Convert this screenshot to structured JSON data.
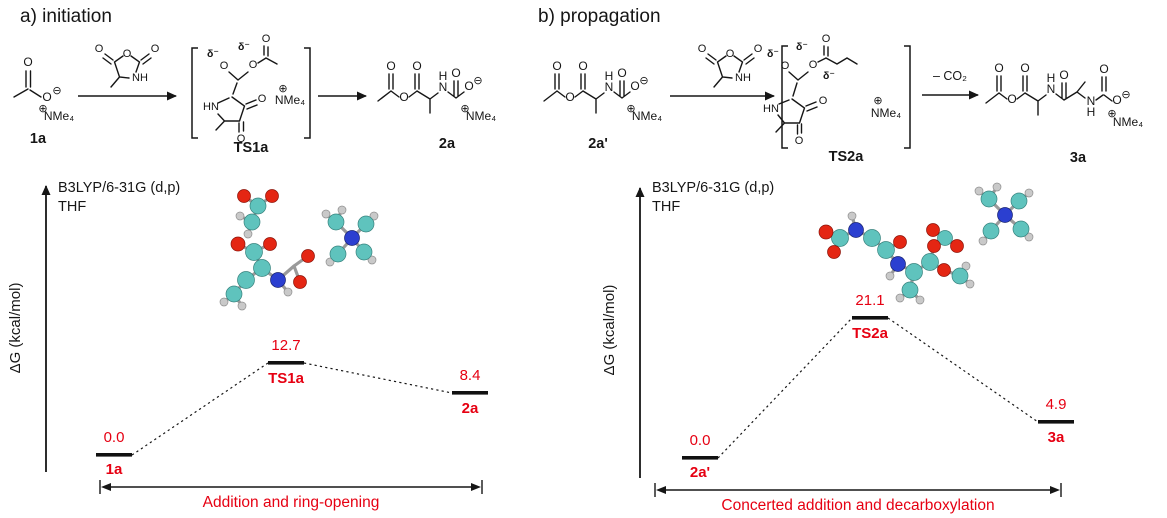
{
  "colors": {
    "accent": "#e60012",
    "ink": "#161616",
    "carbon": "#5fc3bd",
    "oxygen": "#e42613",
    "nitrogen": "#2b3fd0",
    "hydrogen": "#c9c9c9",
    "bond": "#9a9a9a"
  },
  "sym": {
    "O": "O",
    "N": "N",
    "H": "H",
    "NH": "NH",
    "HN": "HN",
    "plus": "⊕",
    "minus": "⊖",
    "delta": "δ⁻",
    "nme4": "NMe₄"
  },
  "panel_a": {
    "title": "a) initiation",
    "scheme": {
      "reactant_label": "1a",
      "ts_label": "TS1a",
      "product_label": "2a"
    },
    "diagram": {
      "method": "B3LYP/6-31G (d,p)",
      "solvent": "THF",
      "y_axis": "ΔG (kcal/mol)",
      "x_caption": "Addition and ring-opening",
      "levels": [
        {
          "label": "1a",
          "energy": "0.0"
        },
        {
          "label": "TS1a",
          "energy": "12.7"
        },
        {
          "label": "2a",
          "energy": "8.4"
        }
      ]
    }
  },
  "panel_b": {
    "title": "b) propagation",
    "scheme": {
      "reactant_label": "2a'",
      "ts_label": "TS2a",
      "product_label": "3a",
      "co2_loss": "– CO₂"
    },
    "diagram": {
      "method": "B3LYP/6-31G (d,p)",
      "solvent": "THF",
      "y_axis": "ΔG (kcal/mol)",
      "x_caption": "Concerted addition and decarboxylation",
      "levels": [
        {
          "label": "2a'",
          "energy": "0.0"
        },
        {
          "label": "TS2a",
          "energy": "21.1"
        },
        {
          "label": "3a",
          "energy": "4.9"
        }
      ]
    }
  },
  "chart_data": [
    {
      "type": "line",
      "title": "a) initiation",
      "subtitle": "B3LYP/6-31G (d,p), THF",
      "ylabel": "ΔG (kcal/mol)",
      "xlabel": "Addition and ring-opening",
      "categories": [
        "1a",
        "TS1a",
        "2a"
      ],
      "values": [
        0.0,
        12.7,
        8.4
      ],
      "ylim": [
        0,
        15
      ],
      "style": "free-energy profile, black level bars, dashed connectors, red value labels"
    },
    {
      "type": "line",
      "title": "b) propagation",
      "subtitle": "B3LYP/6-31G (d,p), THF",
      "ylabel": "ΔG (kcal/mol)",
      "xlabel": "Concerted addition and decarboxylation",
      "categories": [
        "2a'",
        "TS2a",
        "3a"
      ],
      "values": [
        0.0,
        21.1,
        4.9
      ],
      "ylim": [
        0,
        23
      ],
      "style": "free-energy profile, black level bars, dashed connectors, red value labels"
    }
  ]
}
